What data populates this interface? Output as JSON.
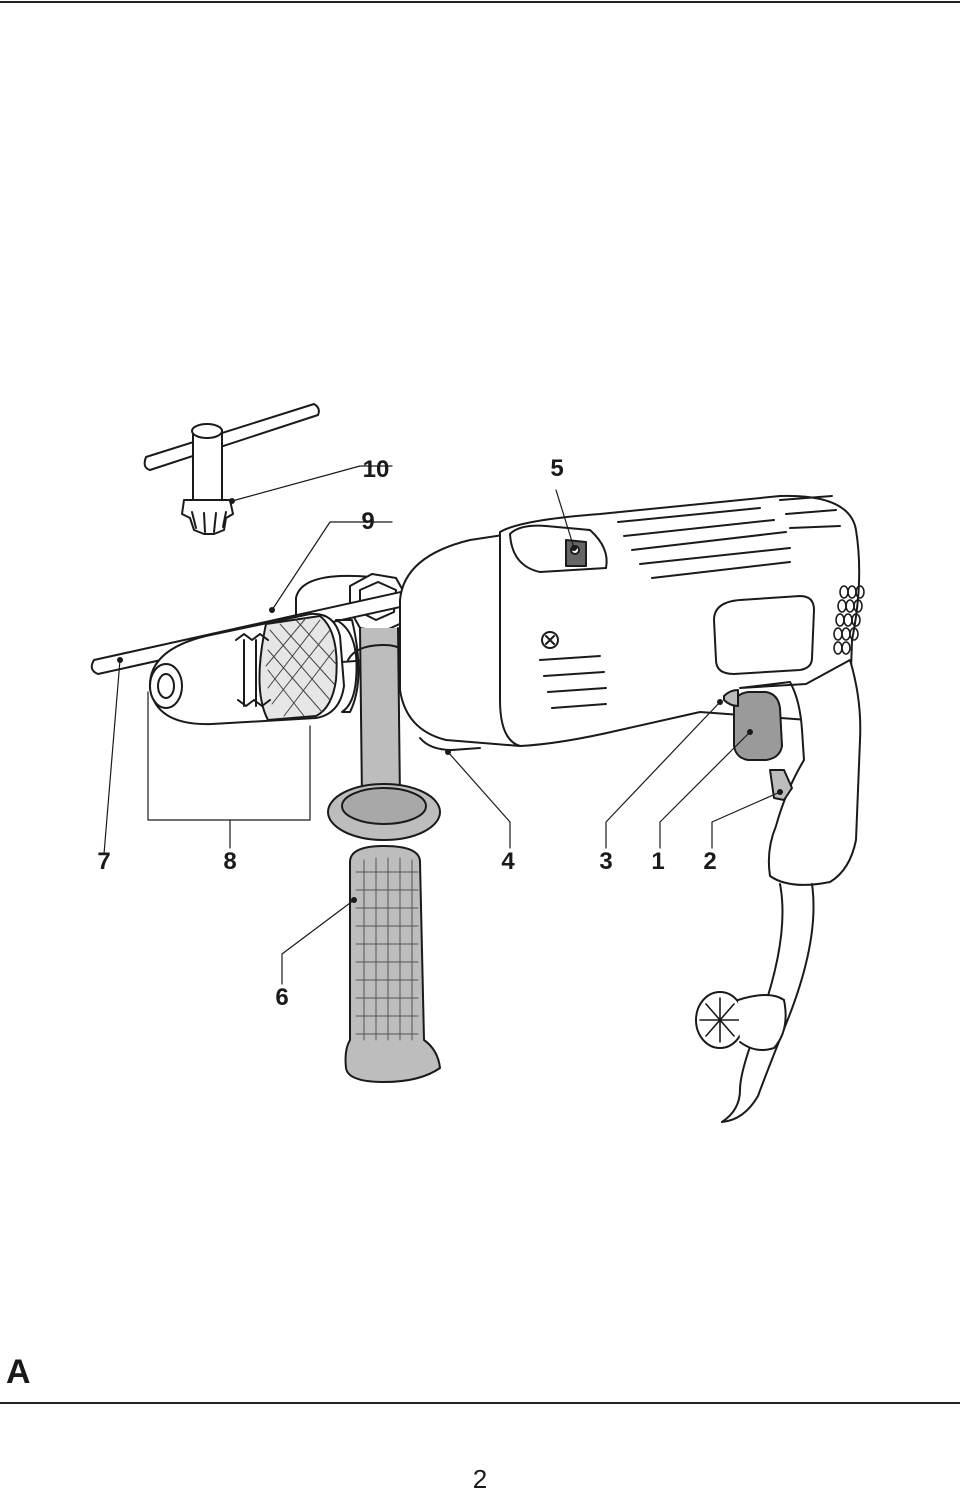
{
  "figure": {
    "letter": "A",
    "description_hidden": null
  },
  "callouts": {
    "c1": "1",
    "c2": "2",
    "c3": "3",
    "c4": "4",
    "c5": "5",
    "c6": "6",
    "c7": "7",
    "c8": "8",
    "c9": "9",
    "c10": "10"
  },
  "page": {
    "number": "2"
  }
}
